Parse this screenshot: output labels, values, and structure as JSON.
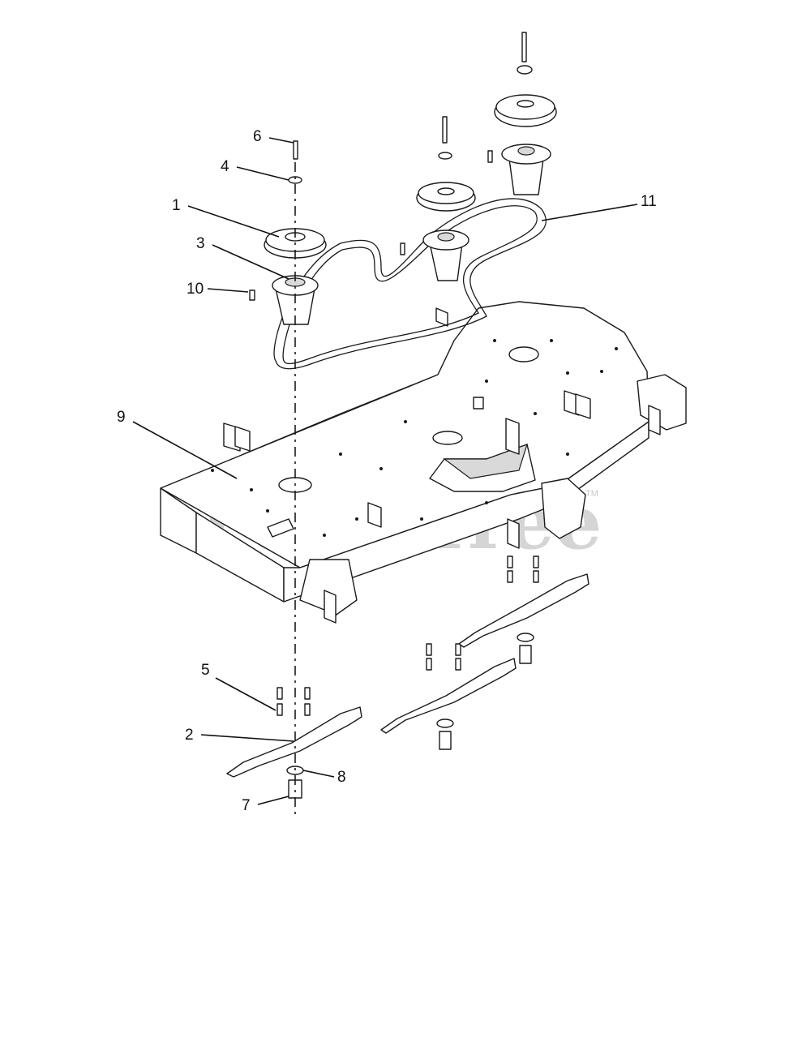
{
  "diagram": {
    "callouts": [
      {
        "id": "1",
        "label": "1"
      },
      {
        "id": "2",
        "label": "2"
      },
      {
        "id": "3",
        "label": "3"
      },
      {
        "id": "4",
        "label": "4"
      },
      {
        "id": "5",
        "label": "5"
      },
      {
        "id": "6",
        "label": "6"
      },
      {
        "id": "7",
        "label": "7"
      },
      {
        "id": "8",
        "label": "8"
      },
      {
        "id": "9",
        "label": "9"
      },
      {
        "id": "10",
        "label": "10"
      },
      {
        "id": "11",
        "label": "11"
      }
    ],
    "watermark": {
      "text": "PartsTree",
      "trademark": "TM"
    }
  }
}
